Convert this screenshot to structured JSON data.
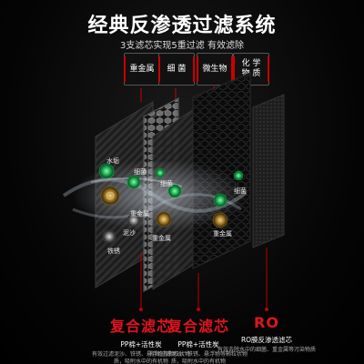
{
  "header": {
    "title": "经典反渗透过滤系统",
    "subtitle": "3支滤芯实现5重过滤 有效滤除"
  },
  "categories": [
    {
      "label": "重金属"
    },
    {
      "label": "细 菌"
    },
    {
      "label": "微生物"
    },
    {
      "label": "化 学\n物 质"
    }
  ],
  "pollutants": [
    {
      "label": "水垢"
    },
    {
      "label": "细菌"
    },
    {
      "label": "细菌"
    },
    {
      "label": "重金属"
    },
    {
      "label": "泥沙"
    },
    {
      "label": "重金属"
    },
    {
      "label": "铁锈"
    },
    {
      "label": "细菌"
    },
    {
      "label": "重金属"
    }
  ],
  "filters": [
    {
      "name": "复合滤芯",
      "sub": "PP棉+活性炭",
      "desc": "有效过滤泥沙、铁锈、悬浮物等颗粒状物质，吸附水中的有机物"
    },
    {
      "name": "复合滤芯",
      "sub": "PP棉+活性炭",
      "desc": "有效过滤泥沙、铁锈、悬浮物等颗粒状物质，吸附水中的有机物"
    },
    {
      "name": "RO",
      "sub": "RO膜反渗透滤芯",
      "desc": "有效去除水中的细菌、重金属等污染物质"
    }
  ],
  "colors": {
    "accent": "#e0141e",
    "bacteria_green": "#2bd16a",
    "metal_gold": "#c9a24a"
  }
}
